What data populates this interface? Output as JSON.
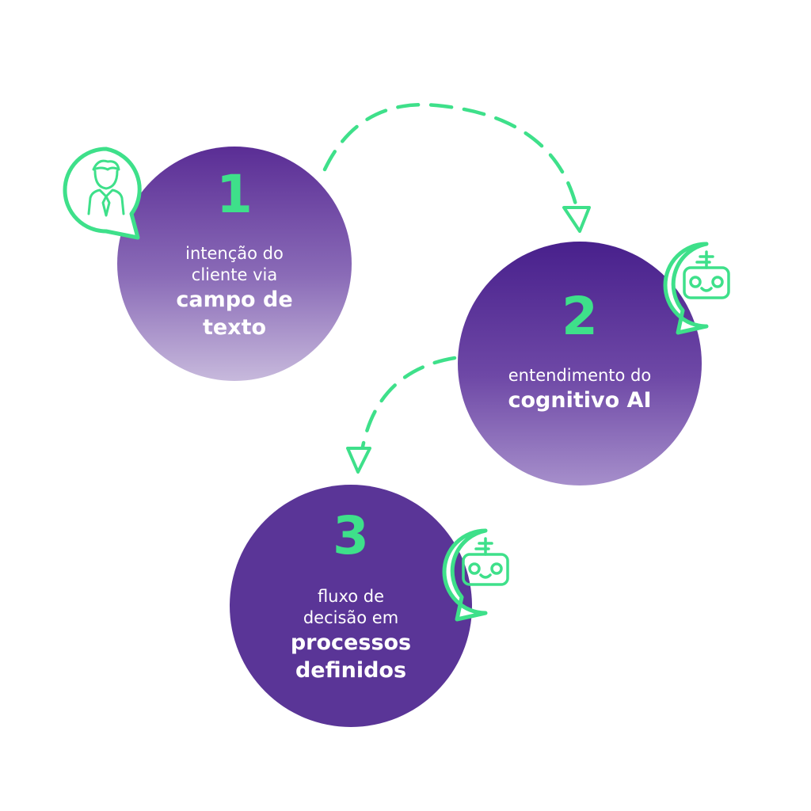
{
  "steps": [
    {
      "number": "1",
      "lines": [
        "intenção do",
        "cliente via"
      ],
      "bold_lines": [
        "campo de",
        "texto"
      ],
      "icon": "person-with-tie-icon"
    },
    {
      "number": "2",
      "lines": [
        "entendimento do"
      ],
      "bold_lines": [
        "cognitivo AI"
      ],
      "icon": "robot-icon"
    },
    {
      "number": "3",
      "lines": [
        "fluxo de",
        "decisão em"
      ],
      "bold_lines": [
        "processos",
        "definidos"
      ],
      "icon": "robot-icon"
    }
  ],
  "colors": {
    "accent_green": "#3ee08a",
    "purple_dark": "#48208c",
    "purple_mid": "#5a3597",
    "background": "#ffffff"
  }
}
